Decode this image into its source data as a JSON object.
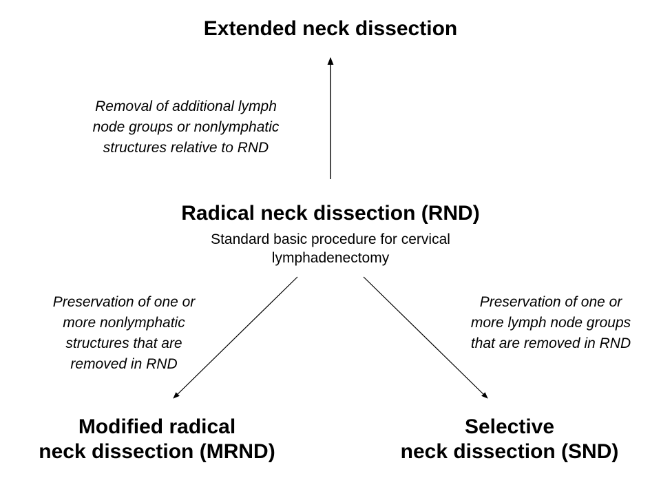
{
  "nodes": {
    "extended": {
      "title": "Extended neck dissection"
    },
    "rnd": {
      "title": "Radical neck dissection (RND)",
      "subtitle_lines": [
        "Standard basic procedure for cervical",
        "lymphadenectomy"
      ]
    },
    "mrnd": {
      "title_lines": [
        "Modified radical",
        "neck dissection (MRND)"
      ]
    },
    "snd": {
      "title_lines": [
        "Selective",
        "neck dissection (SND)"
      ]
    }
  },
  "edges": {
    "to_extended": {
      "note_lines": [
        "Removal of additional lymph",
        "node groups or nonlymphatic",
        "structures relative to RND"
      ]
    },
    "to_mrnd": {
      "note_lines": [
        "Preservation of one or",
        "more nonlymphatic",
        "structures that are",
        "removed in RND"
      ]
    },
    "to_snd": {
      "note_lines": [
        "Preservation of one or",
        "more lymph node groups",
        "that are removed in RND"
      ]
    }
  },
  "colors": {
    "text": "#000000",
    "arrow": "#000000",
    "background": "#ffffff"
  }
}
